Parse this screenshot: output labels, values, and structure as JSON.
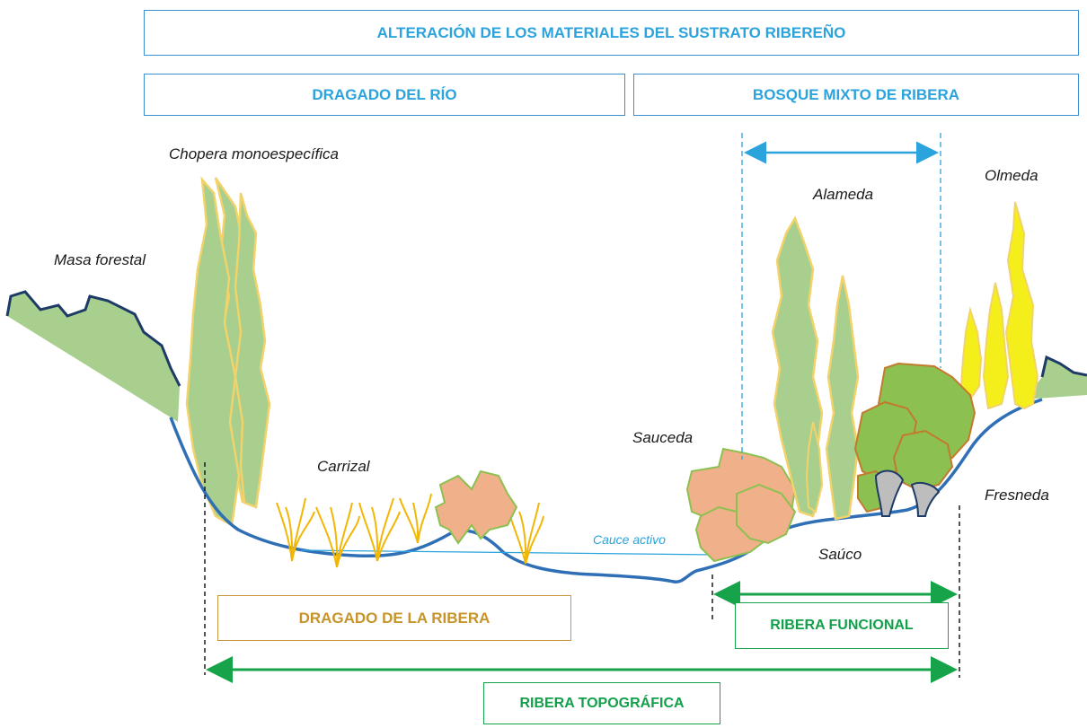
{
  "headers": {
    "top": "ALTERACIÓN DE LOS MATERIALES DEL SUSTRATO RIBEREÑO",
    "left": "DRAGADO DEL RÍO",
    "right": "BOSQUE MIXTO DE RIBERA"
  },
  "labels": {
    "chopera": "Chopera monoespecífica",
    "masa_forestal": "Masa forestal",
    "carrizal": "Carrizal",
    "sauceda": "Sauceda",
    "cauce_activo": "Cauce activo",
    "alameda": "Alameda",
    "olmeda": "Olmeda",
    "fresneda": "Fresneda",
    "sauco": "Saúco"
  },
  "boxes": {
    "dragado_ribera": "DRAGADO DE LA RIBERA",
    "ribera_funcional": "RIBERA FUNCIONAL",
    "ribera_topografica": "RIBERA TOPOGRÁFICA"
  },
  "colors": {
    "river": "#2f6fb5",
    "blue_text": "#2ba3dc",
    "green_arrow": "#17a34a",
    "poplar_fill": "#a8cf8e",
    "poplar_edge": "#f2d36b",
    "willow_fill": "#f0b08a",
    "elm_fill": "#f4ef1a",
    "ash_fill": "#8cc152",
    "ash_edge": "#c27a2c",
    "reed": "#f2b705"
  }
}
